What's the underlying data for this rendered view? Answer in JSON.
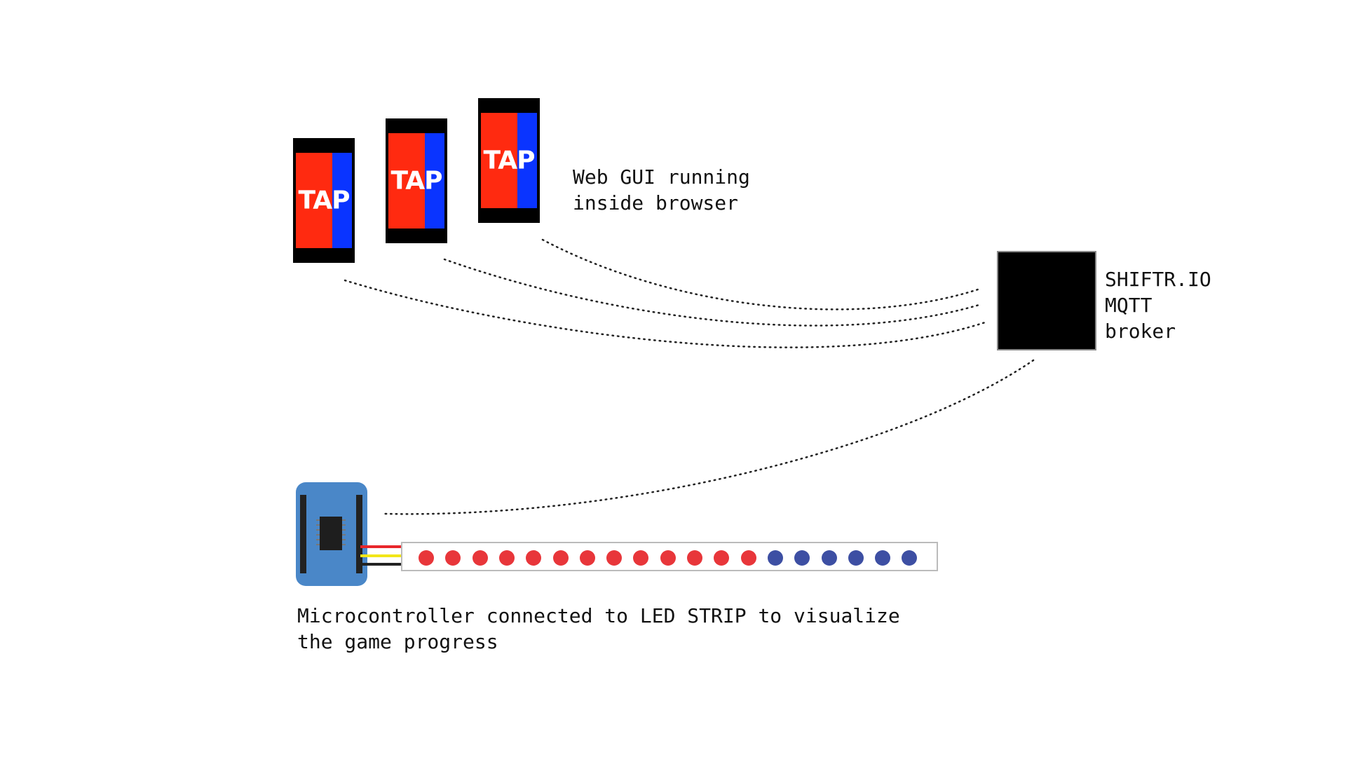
{
  "phones": [
    {
      "label": "TAP",
      "left_color": "#ff2a10",
      "right_color": "#0a34ff"
    },
    {
      "label": "TAP",
      "left_color": "#ff2a10",
      "right_color": "#0a34ff"
    },
    {
      "label": "TAP",
      "left_color": "#ff2a10",
      "right_color": "#0a34ff"
    }
  ],
  "web_gui_label": "Web GUI running\ninside browser",
  "broker": {
    "label": "SHIFTR.IO\nMQTT\nbroker",
    "color": "#000000"
  },
  "microcontroller": {
    "label": "Microcontroller connected to LED STRIP to visualize\nthe game progress",
    "board_color": "#4a87c8",
    "wire_colors": [
      "#e8262b",
      "#f2e618",
      "#222222"
    ]
  },
  "led_strip": {
    "leds": [
      "red",
      "red",
      "red",
      "red",
      "red",
      "red",
      "red",
      "red",
      "red",
      "red",
      "red",
      "red",
      "red",
      "blue",
      "blue",
      "blue",
      "blue",
      "blue",
      "blue"
    ],
    "red_count": 13,
    "blue_count": 6,
    "red_color": "#e8363a",
    "blue_color": "#3d4fa3"
  },
  "connection_style": "dotted"
}
